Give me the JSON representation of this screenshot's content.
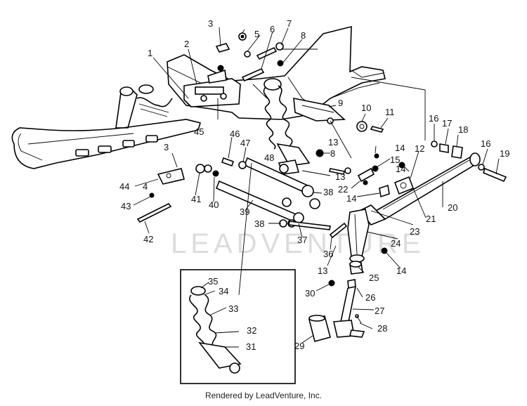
{
  "diagram": {
    "watermark": "LEADVENTURE",
    "footer": "Rendered by LeadVenture, Inc.",
    "callouts": [
      {
        "id": "c1",
        "label": "1"
      },
      {
        "id": "c2",
        "label": "2"
      },
      {
        "id": "c3a",
        "label": "3"
      },
      {
        "id": "c4",
        "label": "4"
      },
      {
        "id": "c5",
        "label": "5"
      },
      {
        "id": "c6",
        "label": "6"
      },
      {
        "id": "c7",
        "label": "7"
      },
      {
        "id": "c8a",
        "label": "8"
      },
      {
        "id": "c9",
        "label": "9"
      },
      {
        "id": "c10",
        "label": "10"
      },
      {
        "id": "c11",
        "label": "11"
      },
      {
        "id": "c16a",
        "label": "16"
      },
      {
        "id": "c17",
        "label": "17"
      },
      {
        "id": "c18",
        "label": "18"
      },
      {
        "id": "c16b",
        "label": "16"
      },
      {
        "id": "c19",
        "label": "19"
      },
      {
        "id": "c45",
        "label": "45"
      },
      {
        "id": "c46",
        "label": "46"
      },
      {
        "id": "c47",
        "label": "47"
      },
      {
        "id": "c48",
        "label": "48"
      },
      {
        "id": "c8b",
        "label": "8"
      },
      {
        "id": "c13a",
        "label": "13"
      },
      {
        "id": "c14a",
        "label": "14"
      },
      {
        "id": "c12",
        "label": "12"
      },
      {
        "id": "c15",
        "label": "15"
      },
      {
        "id": "c14b",
        "label": "14"
      },
      {
        "id": "c3b",
        "label": "3"
      },
      {
        "id": "c22",
        "label": "22"
      },
      {
        "id": "c13b",
        "label": "13"
      },
      {
        "id": "c14c",
        "label": "14"
      },
      {
        "id": "c21",
        "label": "21"
      },
      {
        "id": "c20",
        "label": "20"
      },
      {
        "id": "c44",
        "label": "44"
      },
      {
        "id": "c41",
        "label": "41"
      },
      {
        "id": "c38a",
        "label": "38"
      },
      {
        "id": "c43",
        "label": "43"
      },
      {
        "id": "c40",
        "label": "40"
      },
      {
        "id": "c39",
        "label": "39"
      },
      {
        "id": "c42",
        "label": "42"
      },
      {
        "id": "c38b",
        "label": "38"
      },
      {
        "id": "c37",
        "label": "37"
      },
      {
        "id": "c36",
        "label": "36"
      },
      {
        "id": "c23",
        "label": "23"
      },
      {
        "id": "c24",
        "label": "24"
      },
      {
        "id": "c13c",
        "label": "13"
      },
      {
        "id": "c25",
        "label": "25"
      },
      {
        "id": "c14d",
        "label": "14"
      },
      {
        "id": "c35",
        "label": "35"
      },
      {
        "id": "c34",
        "label": "34"
      },
      {
        "id": "c30",
        "label": "30"
      },
      {
        "id": "c26",
        "label": "26"
      },
      {
        "id": "c33",
        "label": "33"
      },
      {
        "id": "c27",
        "label": "27"
      },
      {
        "id": "c28",
        "label": "28"
      },
      {
        "id": "c32",
        "label": "32"
      },
      {
        "id": "c31",
        "label": "31"
      },
      {
        "id": "c29",
        "label": "29"
      }
    ]
  }
}
